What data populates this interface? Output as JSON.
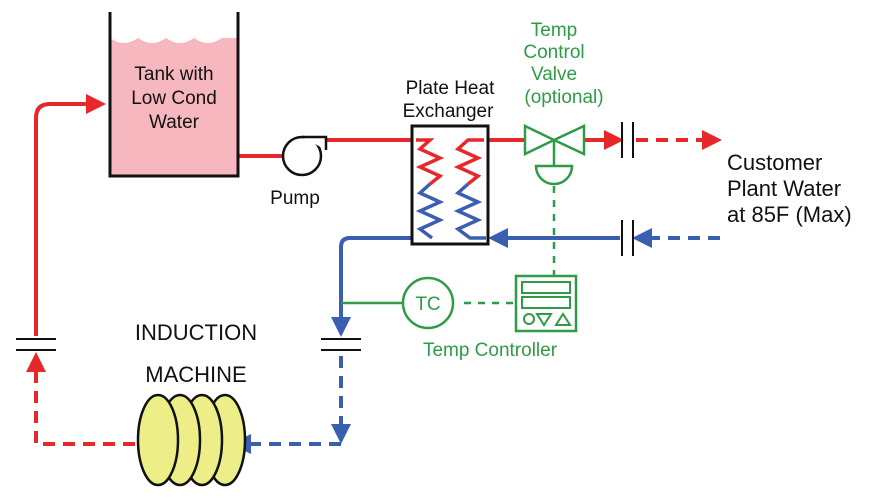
{
  "labels": {
    "tank": [
      "Tank with",
      "Low Cond",
      "Water"
    ],
    "pump": "Pump",
    "heat_exchanger": [
      "Plate Heat",
      "Exchanger"
    ],
    "valve": [
      "Temp",
      "Control",
      "Valve",
      "(optional)"
    ],
    "customer": [
      "Customer",
      "Plant Water",
      "at 85F (Max)"
    ],
    "tc_symbol": "TC",
    "controller": "Temp Controller",
    "machine": [
      "INDUCTION",
      "MACHINE"
    ]
  },
  "colors": {
    "hot": "#e8272a",
    "cold": "#3a5fb0",
    "control": "#2e9c47",
    "tank_fill": "#f7b7bf",
    "coil_fill": "#eeee88",
    "line": "#111111"
  }
}
